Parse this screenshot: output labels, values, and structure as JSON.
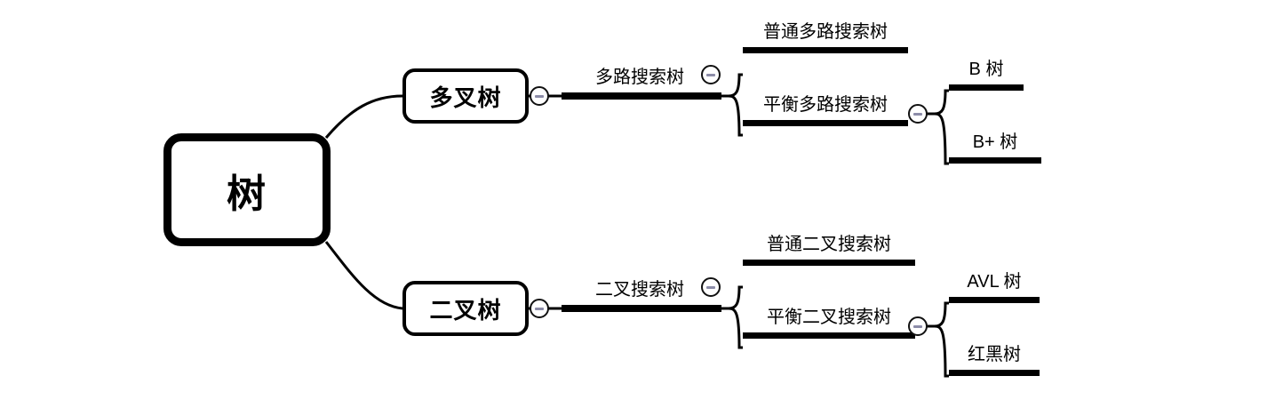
{
  "diagram": {
    "type": "mind-map",
    "title": "树",
    "background": "#ffffff",
    "stroke_color": "#000000",
    "toggle_minus_color": "#8c8ca8"
  },
  "root": {
    "label": "树"
  },
  "branches": [
    {
      "label": "多叉树",
      "toggle": "minus",
      "child_label": "多路搜索树",
      "child_toggle": "minus",
      "leaves": [
        {
          "label": "普通多路搜索树",
          "children": []
        },
        {
          "label": "平衡多路搜索树",
          "toggle": "minus",
          "children": [
            {
              "label": "B 树"
            },
            {
              "label": "B+ 树"
            }
          ]
        }
      ]
    },
    {
      "label": "二叉树",
      "toggle": "minus",
      "child_label": "二叉搜索树",
      "child_toggle": "minus",
      "leaves": [
        {
          "label": "普通二叉搜索树",
          "children": []
        },
        {
          "label": "平衡二叉搜索树",
          "toggle": "minus",
          "children": [
            {
              "label": "AVL 树"
            },
            {
              "label": "红黑树"
            }
          ]
        }
      ]
    }
  ]
}
